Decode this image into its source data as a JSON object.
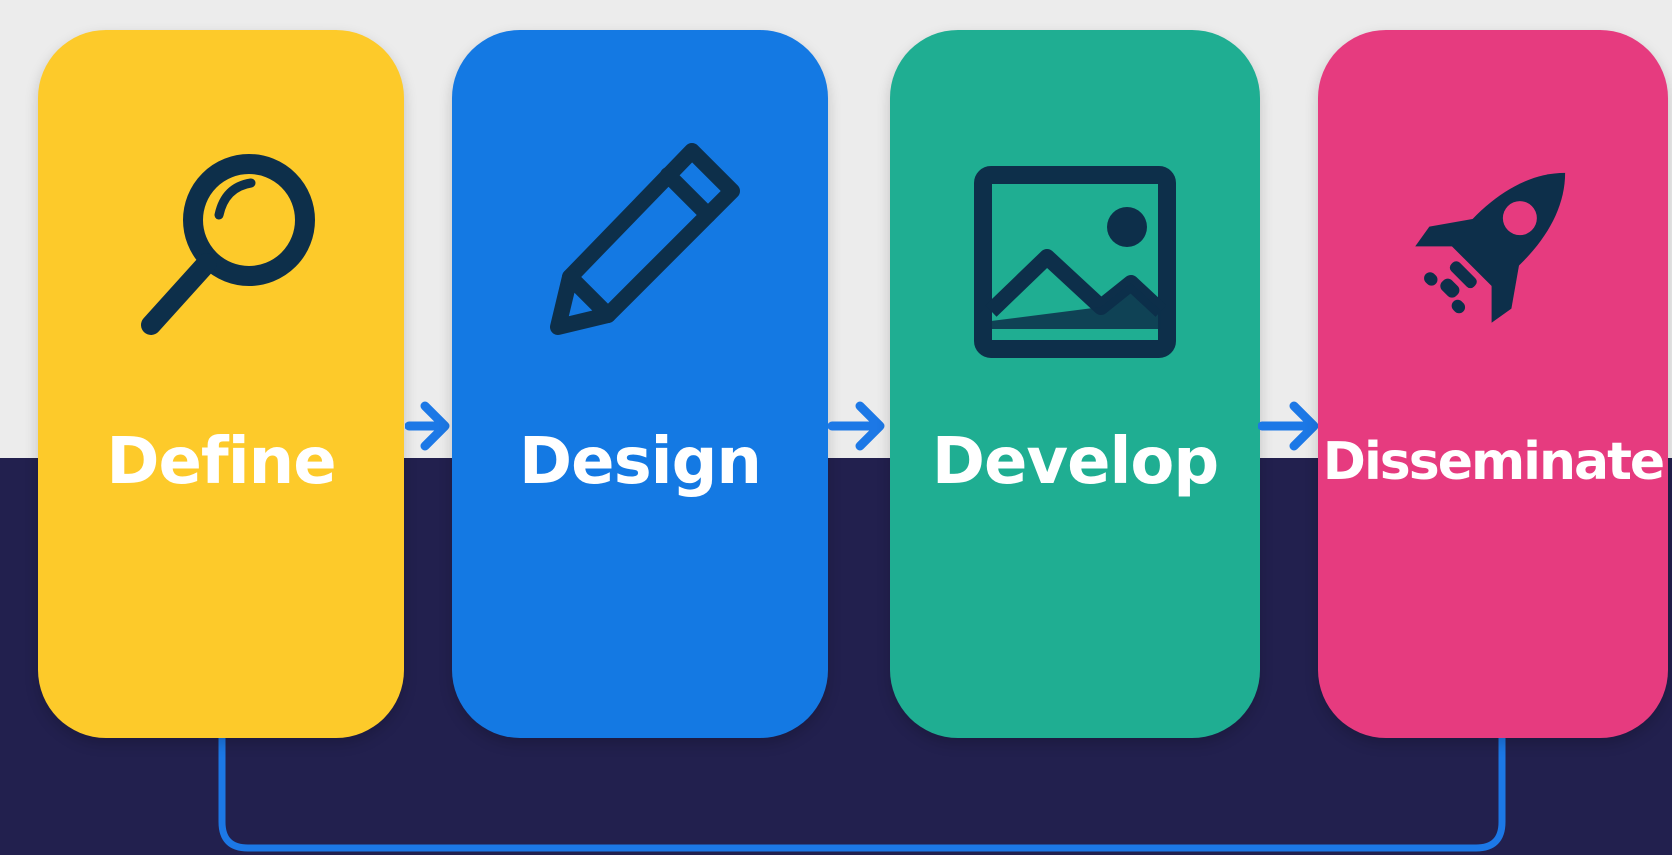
{
  "colors": {
    "background_top": "#ececec",
    "background_bottom": "#22204e",
    "arrow": "#1c78e6",
    "loop_line": "#1c78e6",
    "icon_stroke": "#0d2f4a"
  },
  "stages": [
    {
      "label": "Define",
      "icon": "magnifying-glass-icon",
      "color": "#fdca2a"
    },
    {
      "label": "Design",
      "icon": "pencil-icon",
      "color": "#1479e3"
    },
    {
      "label": "Develop",
      "icon": "image-icon",
      "color": "#1fae92"
    },
    {
      "label": "Disseminate",
      "icon": "rocket-icon",
      "color": "#e63b7f"
    }
  ]
}
